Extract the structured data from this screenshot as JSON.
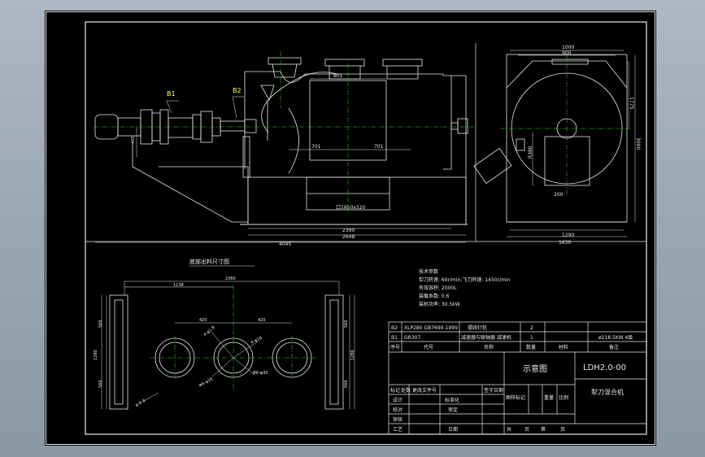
{
  "leaders": {
    "b1": "B1",
    "b2": "B2"
  },
  "front_dims": {
    "top_inner": "801",
    "mid_left": "701",
    "mid_right": "701",
    "bottom_1": "2390",
    "bottom_2": "2648",
    "overall": "4045",
    "shaft_height": "465",
    "door_label": "口1850x520"
  },
  "side_dims": {
    "top_1": "1000",
    "top_2": "900",
    "height_1": "1775",
    "height_2": "3000",
    "radius": "R380",
    "center": "200",
    "bottom_1": "1290",
    "bottom_2": "1630"
  },
  "plan": {
    "title": "底部出料尺寸图",
    "top_1": "2360",
    "top_2": "1138",
    "left_d": "420",
    "right_d": "420",
    "left_h1": "560",
    "left_h2": "1280",
    "left_h3": "560",
    "right_h1": "560",
    "right_h2": "1280",
    "right_h3": "560",
    "hole_a": "4-φ1.8",
    "hole_b": "4-φ18",
    "hole_c": "Φ6-φ30",
    "hole_d": "Φ6-φ16",
    "hole_e": "φ-8-8"
  },
  "tech": {
    "heading": "技术参数",
    "line1": "犁刀转速: 60r/min;飞刀转速: 1450r/min",
    "line2": "有效容积: 2000L",
    "line3": "装载系数: 0.6",
    "line4": "装机功率: 30.5kW"
  },
  "bom": {
    "row1": {
      "code": "B2",
      "std": "XLP280 GB7690-1999",
      "name": "摆线针轮",
      "qty": "2",
      "note": ""
    },
    "row2": {
      "code": "B1",
      "std": "GR307",
      "name": "减速器与联轴器 减速机",
      "qty": "1",
      "note": "ø218.5KW 4级"
    },
    "header": [
      "序号",
      "代号",
      "名称",
      "数量",
      "材料",
      "备注"
    ]
  },
  "title_block": {
    "view": "示意图",
    "drawing_no": "LDH2.0-00",
    "part_name": "犁刀混合机",
    "rev_row": [
      "标记",
      "处数",
      "更改文件号",
      "签字",
      "日期"
    ],
    "design": "设计",
    "standardize": "标准化",
    "check": "校对",
    "approve": "审定",
    "review": "审核",
    "process": "工艺",
    "date": "日期",
    "stage": "图样标记",
    "weight": "重量",
    "scale": "比例",
    "sheet_total": "共",
    "sheet_of": "页",
    "sheet_no": "第",
    "sheet_page": "页"
  },
  "colors": {
    "background": "#000000",
    "line": "#e8e8e8",
    "label": "#ffff66",
    "centerline": "#33dd33",
    "cyan": "#33ddee"
  }
}
